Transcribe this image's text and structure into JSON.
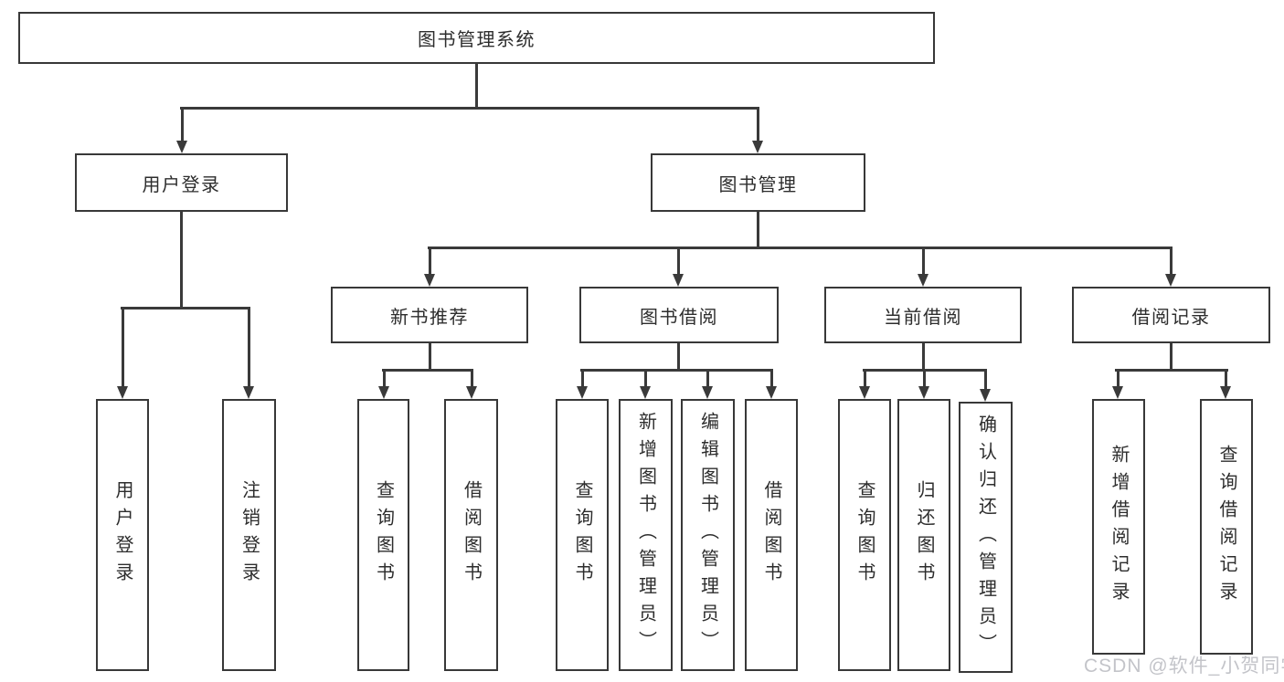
{
  "diagram": {
    "root": {
      "label": "图书管理系统",
      "children": [
        {
          "label": "用户登录",
          "children": [
            {
              "label": "用户登录"
            },
            {
              "label": "注销登录"
            }
          ]
        },
        {
          "label": "图书管理",
          "children": [
            {
              "label": "新书推荐",
              "children": [
                {
                  "label": "查询图书"
                },
                {
                  "label": "借阅图书"
                }
              ]
            },
            {
              "label": "图书借阅",
              "children": [
                {
                  "label": "查询图书"
                },
                {
                  "label": "新增图书（管理员）"
                },
                {
                  "label": "编辑图书（管理员）"
                },
                {
                  "label": "借阅图书"
                }
              ]
            },
            {
              "label": "当前借阅",
              "children": [
                {
                  "label": "查询图书"
                },
                {
                  "label": "归还图书"
                },
                {
                  "label": "确认归还（管理员）"
                }
              ]
            },
            {
              "label": "借阅记录",
              "children": [
                {
                  "label": "新增借阅记录"
                },
                {
                  "label": "查询借阅记录"
                }
              ]
            }
          ]
        }
      ]
    },
    "line_color": "#3a3a3a",
    "border_color": "#383838"
  },
  "watermark": {
    "text": "CSDN @软件_小贺同学"
  }
}
